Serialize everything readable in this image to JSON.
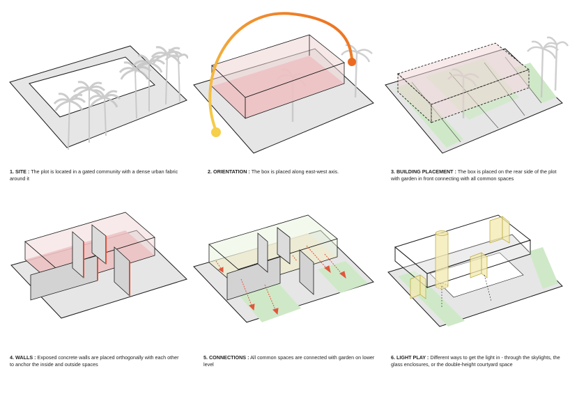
{
  "colors": {
    "ground": "#e6e6e6",
    "outline": "#1a1a1a",
    "palm": "#bdbdbd",
    "box_fill": "#f1d6d6",
    "box_floor": "#e7a7ab",
    "garden": "#cfe9c8",
    "wall_face": "#d3d3d3",
    "wall_edge": "#d9533b",
    "arrow": "#e2553d",
    "sun_start": "#f6d04a",
    "sun_end": "#ec6a1f",
    "light": "#f3eab0"
  },
  "icons": [
    "palm-tree-icon",
    "sun-icon",
    "arrow-icon",
    "cylinder-skylight-icon"
  ],
  "panels": [
    {
      "id": "site",
      "title": "1. SITE :",
      "text": " The plot is located in a gated community with a dense urban fabric around it"
    },
    {
      "id": "orientation",
      "title": "2. ORIENTATION :",
      "text": " The box is placed along east-west axis."
    },
    {
      "id": "placement",
      "title": "3. BUILDING PLACEMENT :",
      "text": " The box is placed on the rear side of the plot with garden in front connecting with all common spaces"
    },
    {
      "id": "walls",
      "title": "4. WALLS :",
      "text": " Exposed concrete walls are placed orthogonally with each other to anchor the inside and outside spaces"
    },
    {
      "id": "connections",
      "title": "5. CONNECTIONS :",
      "text": " All common spaces are connected with garden on lower level"
    },
    {
      "id": "lightplay",
      "title": "6. LIGHT PLAY :",
      "text": "  Different ways to get the light in - through the skylights, the glass enclosures, or the double-height courtyard space"
    }
  ]
}
